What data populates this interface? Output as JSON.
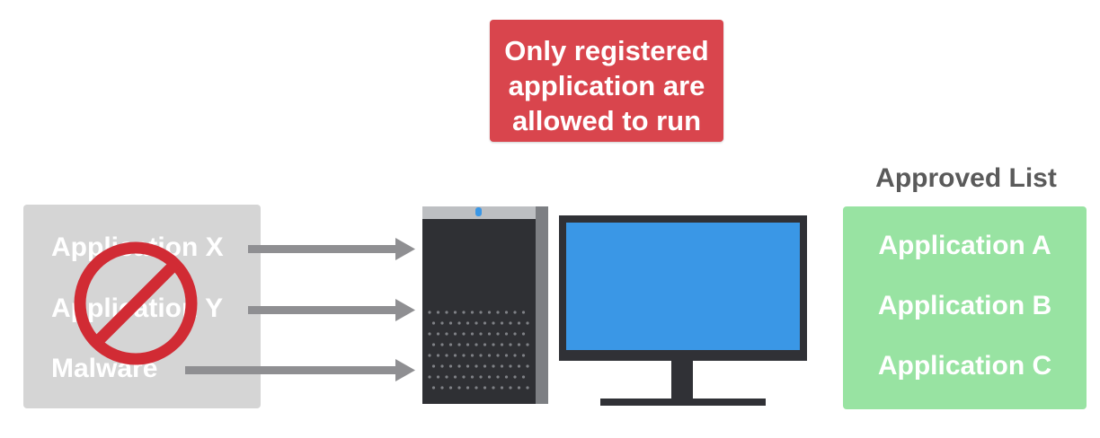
{
  "callout": {
    "line1": "Only registered",
    "line2": "application are",
    "line3": "allowed to run",
    "color": "#d9454d"
  },
  "approved_list": {
    "title": "Approved List",
    "items": [
      "Application A",
      "Application B",
      "Application C"
    ],
    "color": "#98e3a2"
  },
  "blocked_list": {
    "items": [
      "Application X",
      "Application Y",
      "Malware"
    ],
    "color": "#d5d5d5",
    "icon": "prohibited-icon"
  },
  "devices": {
    "server_icon": "server-tower-icon",
    "monitor_icon": "monitor-icon",
    "screen_color": "#3a97e6"
  }
}
